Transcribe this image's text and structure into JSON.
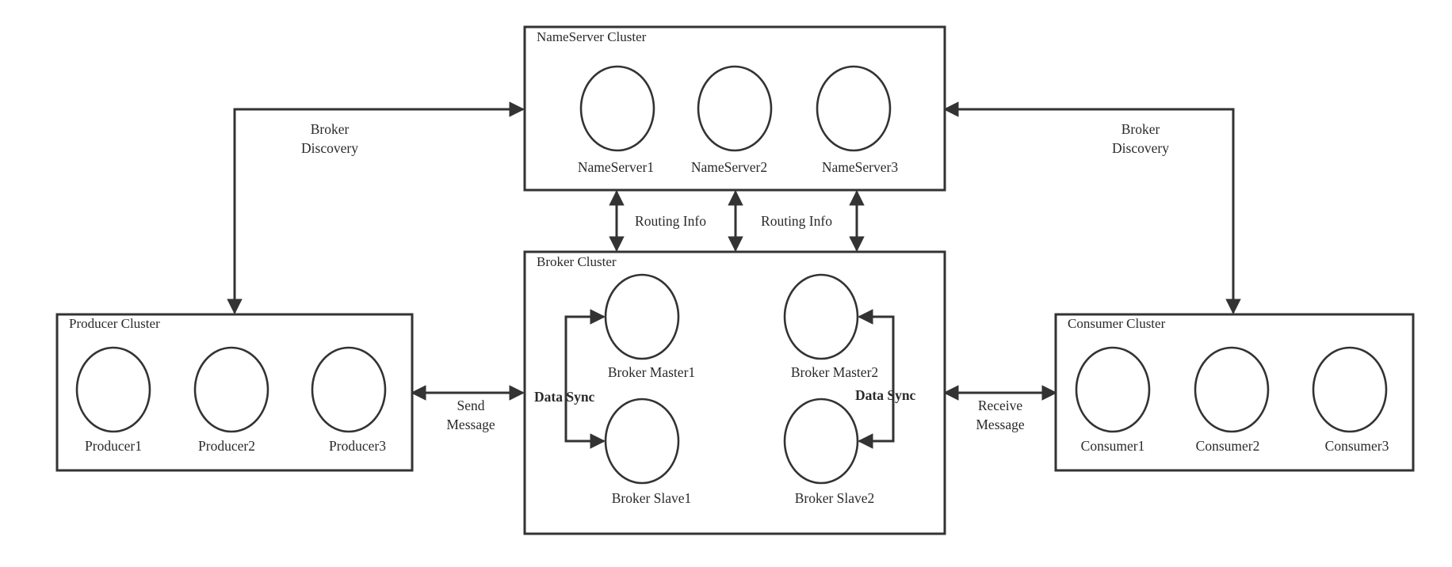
{
  "nameserver_cluster": {
    "title": "NameServer Cluster",
    "nodes": [
      "NameServer1",
      "NameServer2",
      "NameServer3"
    ]
  },
  "broker_cluster": {
    "title": "Broker Cluster",
    "master1": "Broker Master1",
    "master2": "Broker Master2",
    "slave1": "Broker Slave1",
    "slave2": "Broker Slave2"
  },
  "producer_cluster": {
    "title": "Producer Cluster",
    "nodes": [
      "Producer1",
      "Producer2",
      "Producer3"
    ]
  },
  "consumer_cluster": {
    "title": "Consumer Cluster",
    "nodes": [
      "Consumer1",
      "Consumer2",
      "Consumer3"
    ]
  },
  "edges": {
    "broker_discovery_left": [
      "Broker",
      "Discovery"
    ],
    "broker_discovery_right": [
      "Broker",
      "Discovery"
    ],
    "routing_info_1": "Routing Info",
    "routing_info_2": "Routing Info",
    "send_message": [
      "Send",
      "Message"
    ],
    "receive_message": [
      "Receive",
      "Message"
    ],
    "data_sync_left": "Data Sync",
    "data_sync_right": "Data Sync"
  }
}
